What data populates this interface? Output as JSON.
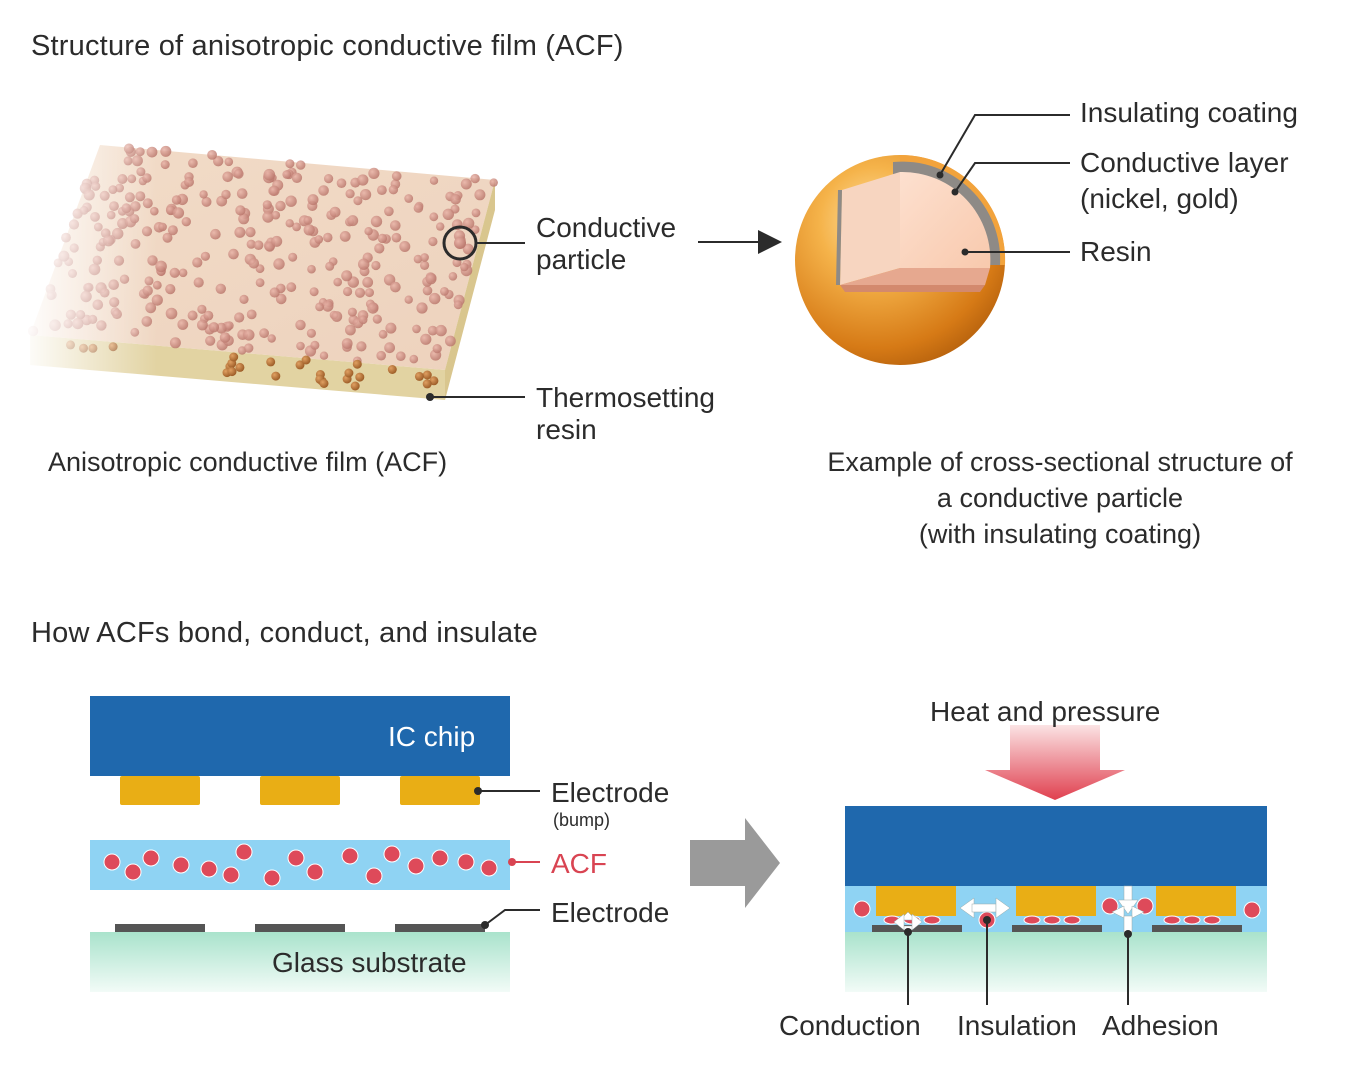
{
  "section1": {
    "title": "Structure of anisotropic conductive film (ACF)",
    "film_caption": "Anisotropic conductive film (ACF)",
    "conductive_particle_label_1": "Conductive",
    "conductive_particle_label_2": "particle",
    "thermosetting_label_1": "Thermosetting",
    "thermosetting_label_2": "resin",
    "insulating_coating_label": "Insulating coating",
    "conductive_layer_label_1": "Conductive layer",
    "conductive_layer_label_2": "(nickel, gold)",
    "resin_label": "Resin",
    "particle_caption_1": "Example of cross-sectional structure of",
    "particle_caption_2": "a conductive particle",
    "particle_caption_3": "(with insulating coating)"
  },
  "section2": {
    "title": "How ACFs bond, conduct, and insulate",
    "ic_chip_label": "IC chip",
    "electrode_bump_label": "Electrode",
    "bump_sub_label": "(bump)",
    "acf_label": "ACF",
    "electrode_label": "Electrode",
    "glass_substrate_label": "Glass substrate",
    "heat_pressure_label": "Heat and pressure",
    "conduction_label": "Conduction",
    "insulation_label": "Insulation",
    "adhesion_label": "Adhesion"
  },
  "colors": {
    "ic_chip": "#1f68ad",
    "bump": "#e9ae15",
    "acf_layer": "#8fd3f3",
    "particle": "#de4a5a",
    "glass": "#bfe9d8",
    "acf_label": "#d94452",
    "sphere": "#f0a438"
  }
}
